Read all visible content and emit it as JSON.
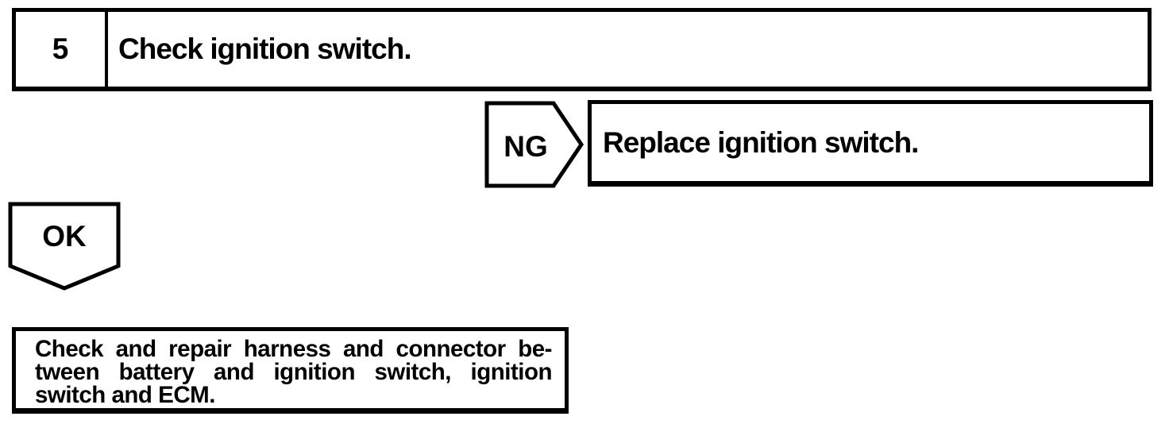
{
  "flowchart": {
    "step": {
      "number": "5",
      "instruction": "Check ignition switch."
    },
    "ng_branch": {
      "label": "NG",
      "action": "Replace ignition switch."
    },
    "ok_branch": {
      "label": "OK",
      "action_lines": [
        "Check and repair harness and connector be-",
        "tween battery and ignition switch, ignition",
        "switch and ECM."
      ]
    },
    "colors": {
      "ink": "#000000",
      "paper": "#ffffff"
    }
  }
}
